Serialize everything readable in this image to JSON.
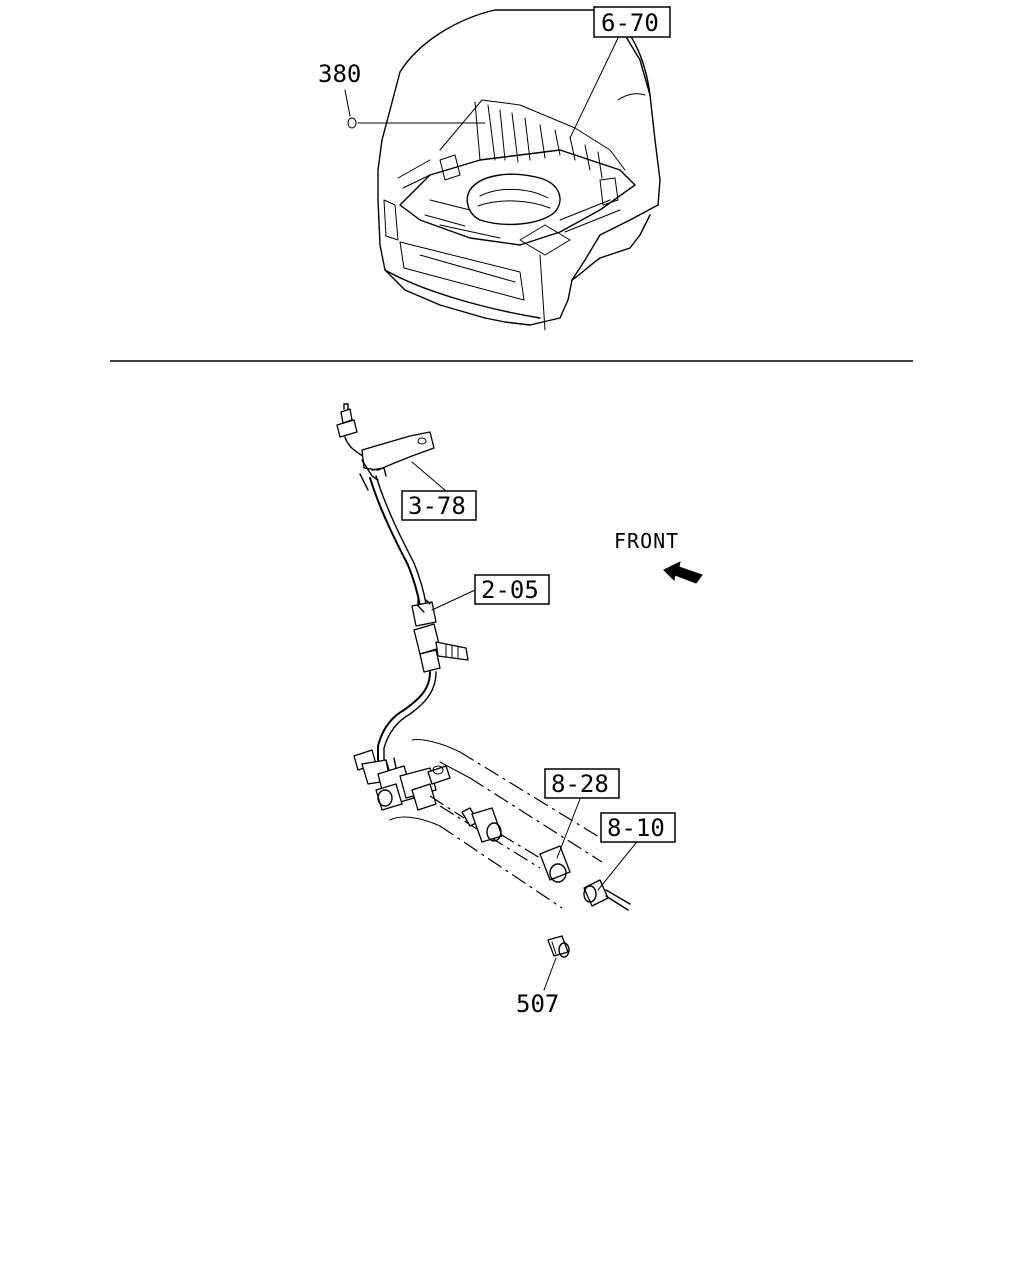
{
  "callouts": {
    "c_6_70": "6-70",
    "c_380": "380",
    "c_3_78": "3-78",
    "c_2_05": "2-05",
    "c_8_28": "8-28",
    "c_8_10": "8-10",
    "c_507": "507"
  },
  "front_label": "FRONT"
}
